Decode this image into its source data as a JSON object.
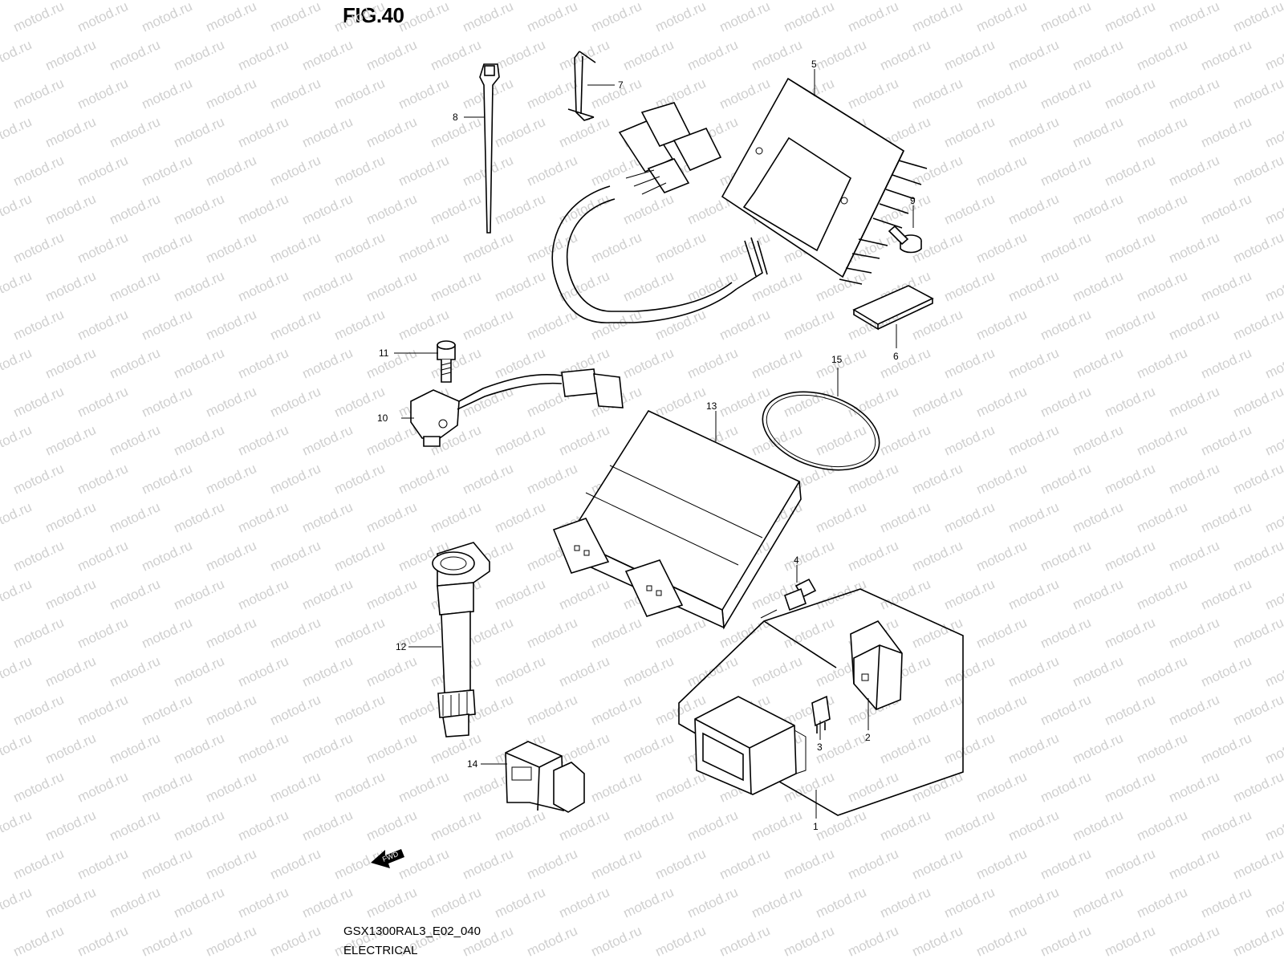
{
  "figure": {
    "title": "FIG.40"
  },
  "footer": {
    "code": "GSX1300RAL3_E02_040",
    "section": "ELECTRICAL"
  },
  "watermark": {
    "text": "motod.ru"
  },
  "badge": {
    "fwd": "FWD"
  },
  "callouts": [
    {
      "id": "c1",
      "label": "1"
    },
    {
      "id": "c2",
      "label": "2"
    },
    {
      "id": "c3",
      "label": "3"
    },
    {
      "id": "c4",
      "label": "4"
    },
    {
      "id": "c5",
      "label": "5"
    },
    {
      "id": "c6",
      "label": "6"
    },
    {
      "id": "c7",
      "label": "7"
    },
    {
      "id": "c8",
      "label": "8"
    },
    {
      "id": "c9",
      "label": "9"
    },
    {
      "id": "c10",
      "label": "10"
    },
    {
      "id": "c11",
      "label": "11"
    },
    {
      "id": "c12",
      "label": "12"
    },
    {
      "id": "c13",
      "label": "13"
    },
    {
      "id": "c14",
      "label": "14"
    },
    {
      "id": "c15",
      "label": "15"
    }
  ]
}
